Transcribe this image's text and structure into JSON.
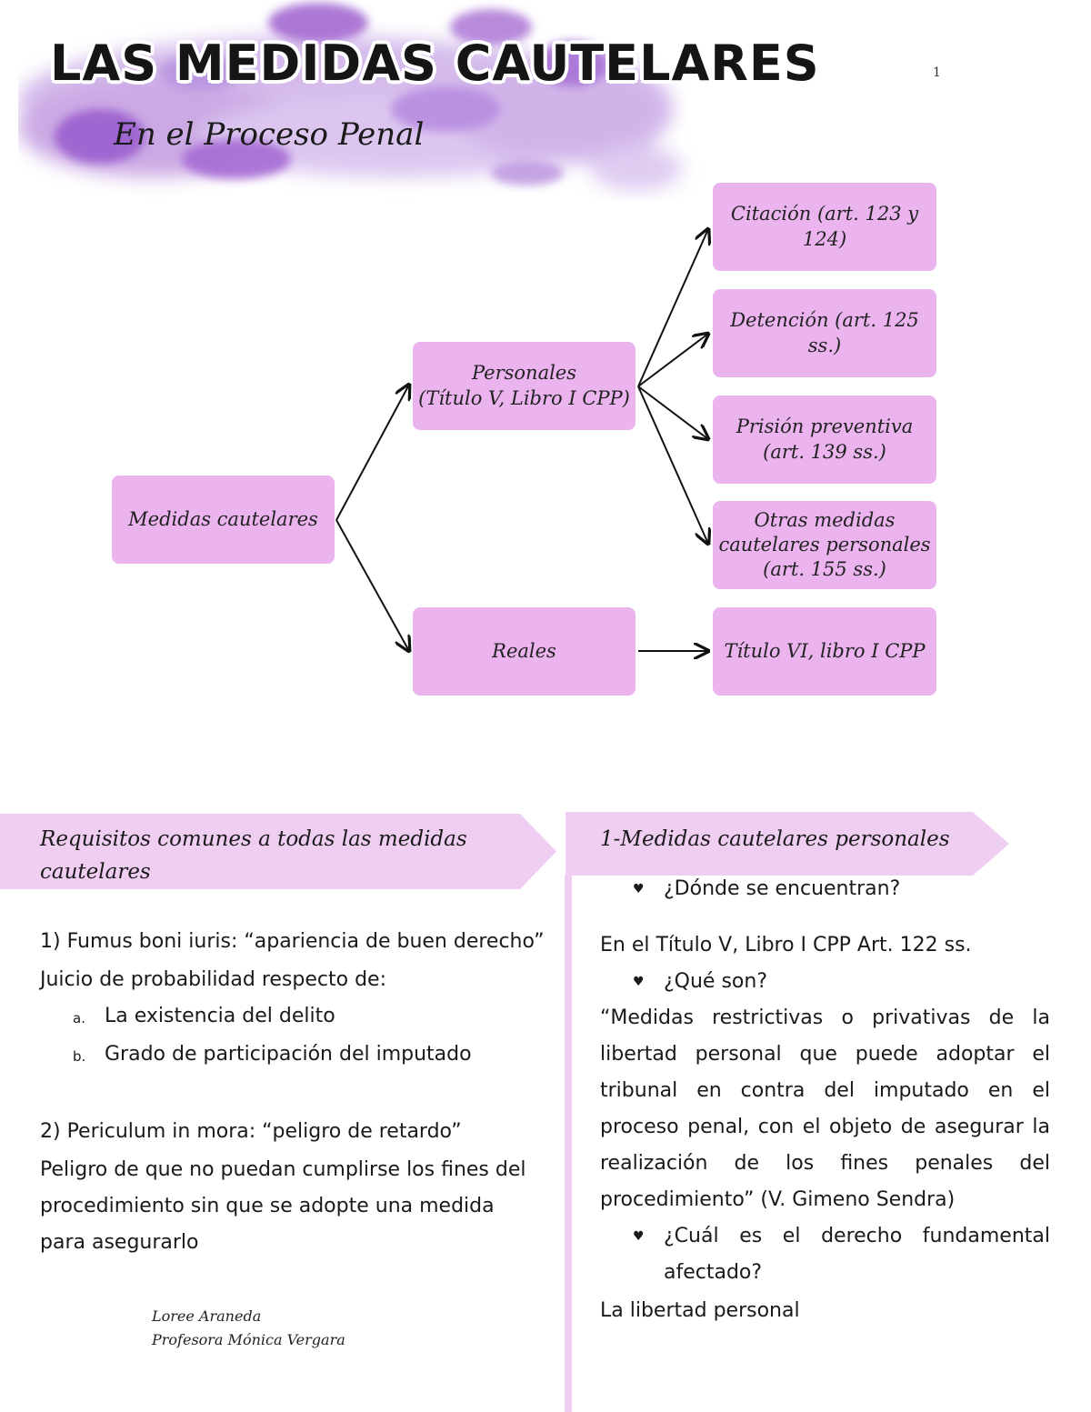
{
  "header": {
    "title": "LAS MEDIDAS CAUTELARES",
    "subtitle": "En el Proceso Penal",
    "page_mark": "1"
  },
  "diagram": {
    "root": "Medidas cautelares",
    "personales": "Personales\n(Título V, Libro I CPP)",
    "reales": "Reales",
    "citacion": "Citación (art. 123 y 124)",
    "detencion": "Detención (art. 125 ss.)",
    "prision": "Prisión preventiva (art. 139 ss.)",
    "otras": "Otras medidas cautelares personales (art. 155 ss.)",
    "titulo_vi": "Título VI, libro I CPP"
  },
  "left": {
    "banner": "Requisitos comunes a todas las medidas cautelares",
    "item1_title": "1)   Fumus boni iuris: “apariencia de buen derecho”",
    "item1_desc": "Juicio de probabilidad respecto de:",
    "item1_a_marker": "a.",
    "item1_a": "La existencia del delito",
    "item1_b_marker": "b.",
    "item1_b": "Grado de participación del imputado",
    "item2_title": "2)   Periculum in mora: “peligro de retardo”",
    "item2_desc": "Peligro de que no puedan cumplirse los fines del procedimiento sin que se adopte una medida para asegurarlo",
    "credit_author": "Loree Araneda",
    "credit_teacher": "Profesora Mónica Vergara"
  },
  "right": {
    "banner": "1-Medidas cautelares personales",
    "q1": "¿Dónde se encuentran?",
    "a1": "En el Título V, Libro I CPP Art. 122 ss.",
    "q2": "¿Qué son?",
    "a2": "“Medidas restrictivas o privativas de la libertad personal que puede adoptar el tribunal en contra del imputado en el proceso penal, con el objeto de asegurar la realización de los fines penales del procedimiento” (V. Gimeno Sendra)",
    "q3": "¿Cuál es el derecho fundamental afectado?",
    "a3": "La libertad personal"
  },
  "colors": {
    "node": "#ebb4ef",
    "banner": "#efcef2",
    "watercolor": "#b27fd6"
  }
}
